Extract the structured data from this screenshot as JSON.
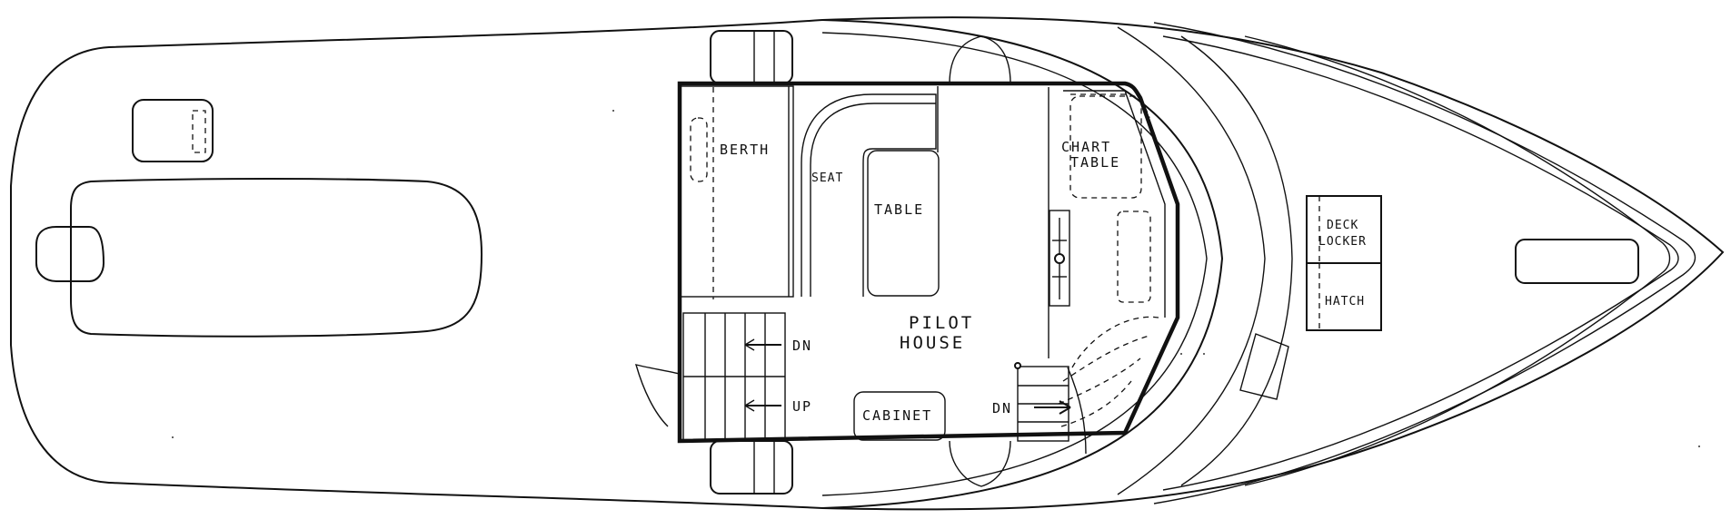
{
  "labels": {
    "berth": "BERTH",
    "seat": "SEAT",
    "table": "TABLE",
    "chart_line1": "CHART",
    "chart_line2": "TABLE",
    "pilot_line1": "PILOT",
    "pilot_line2": "HOUSE",
    "cabinet": "CABINET",
    "dn_left": "DN",
    "up_left": "UP",
    "dn_right": "DN",
    "deck_line1": "DECK",
    "deck_line2": "LOCKER",
    "hatch": "HATCH"
  }
}
